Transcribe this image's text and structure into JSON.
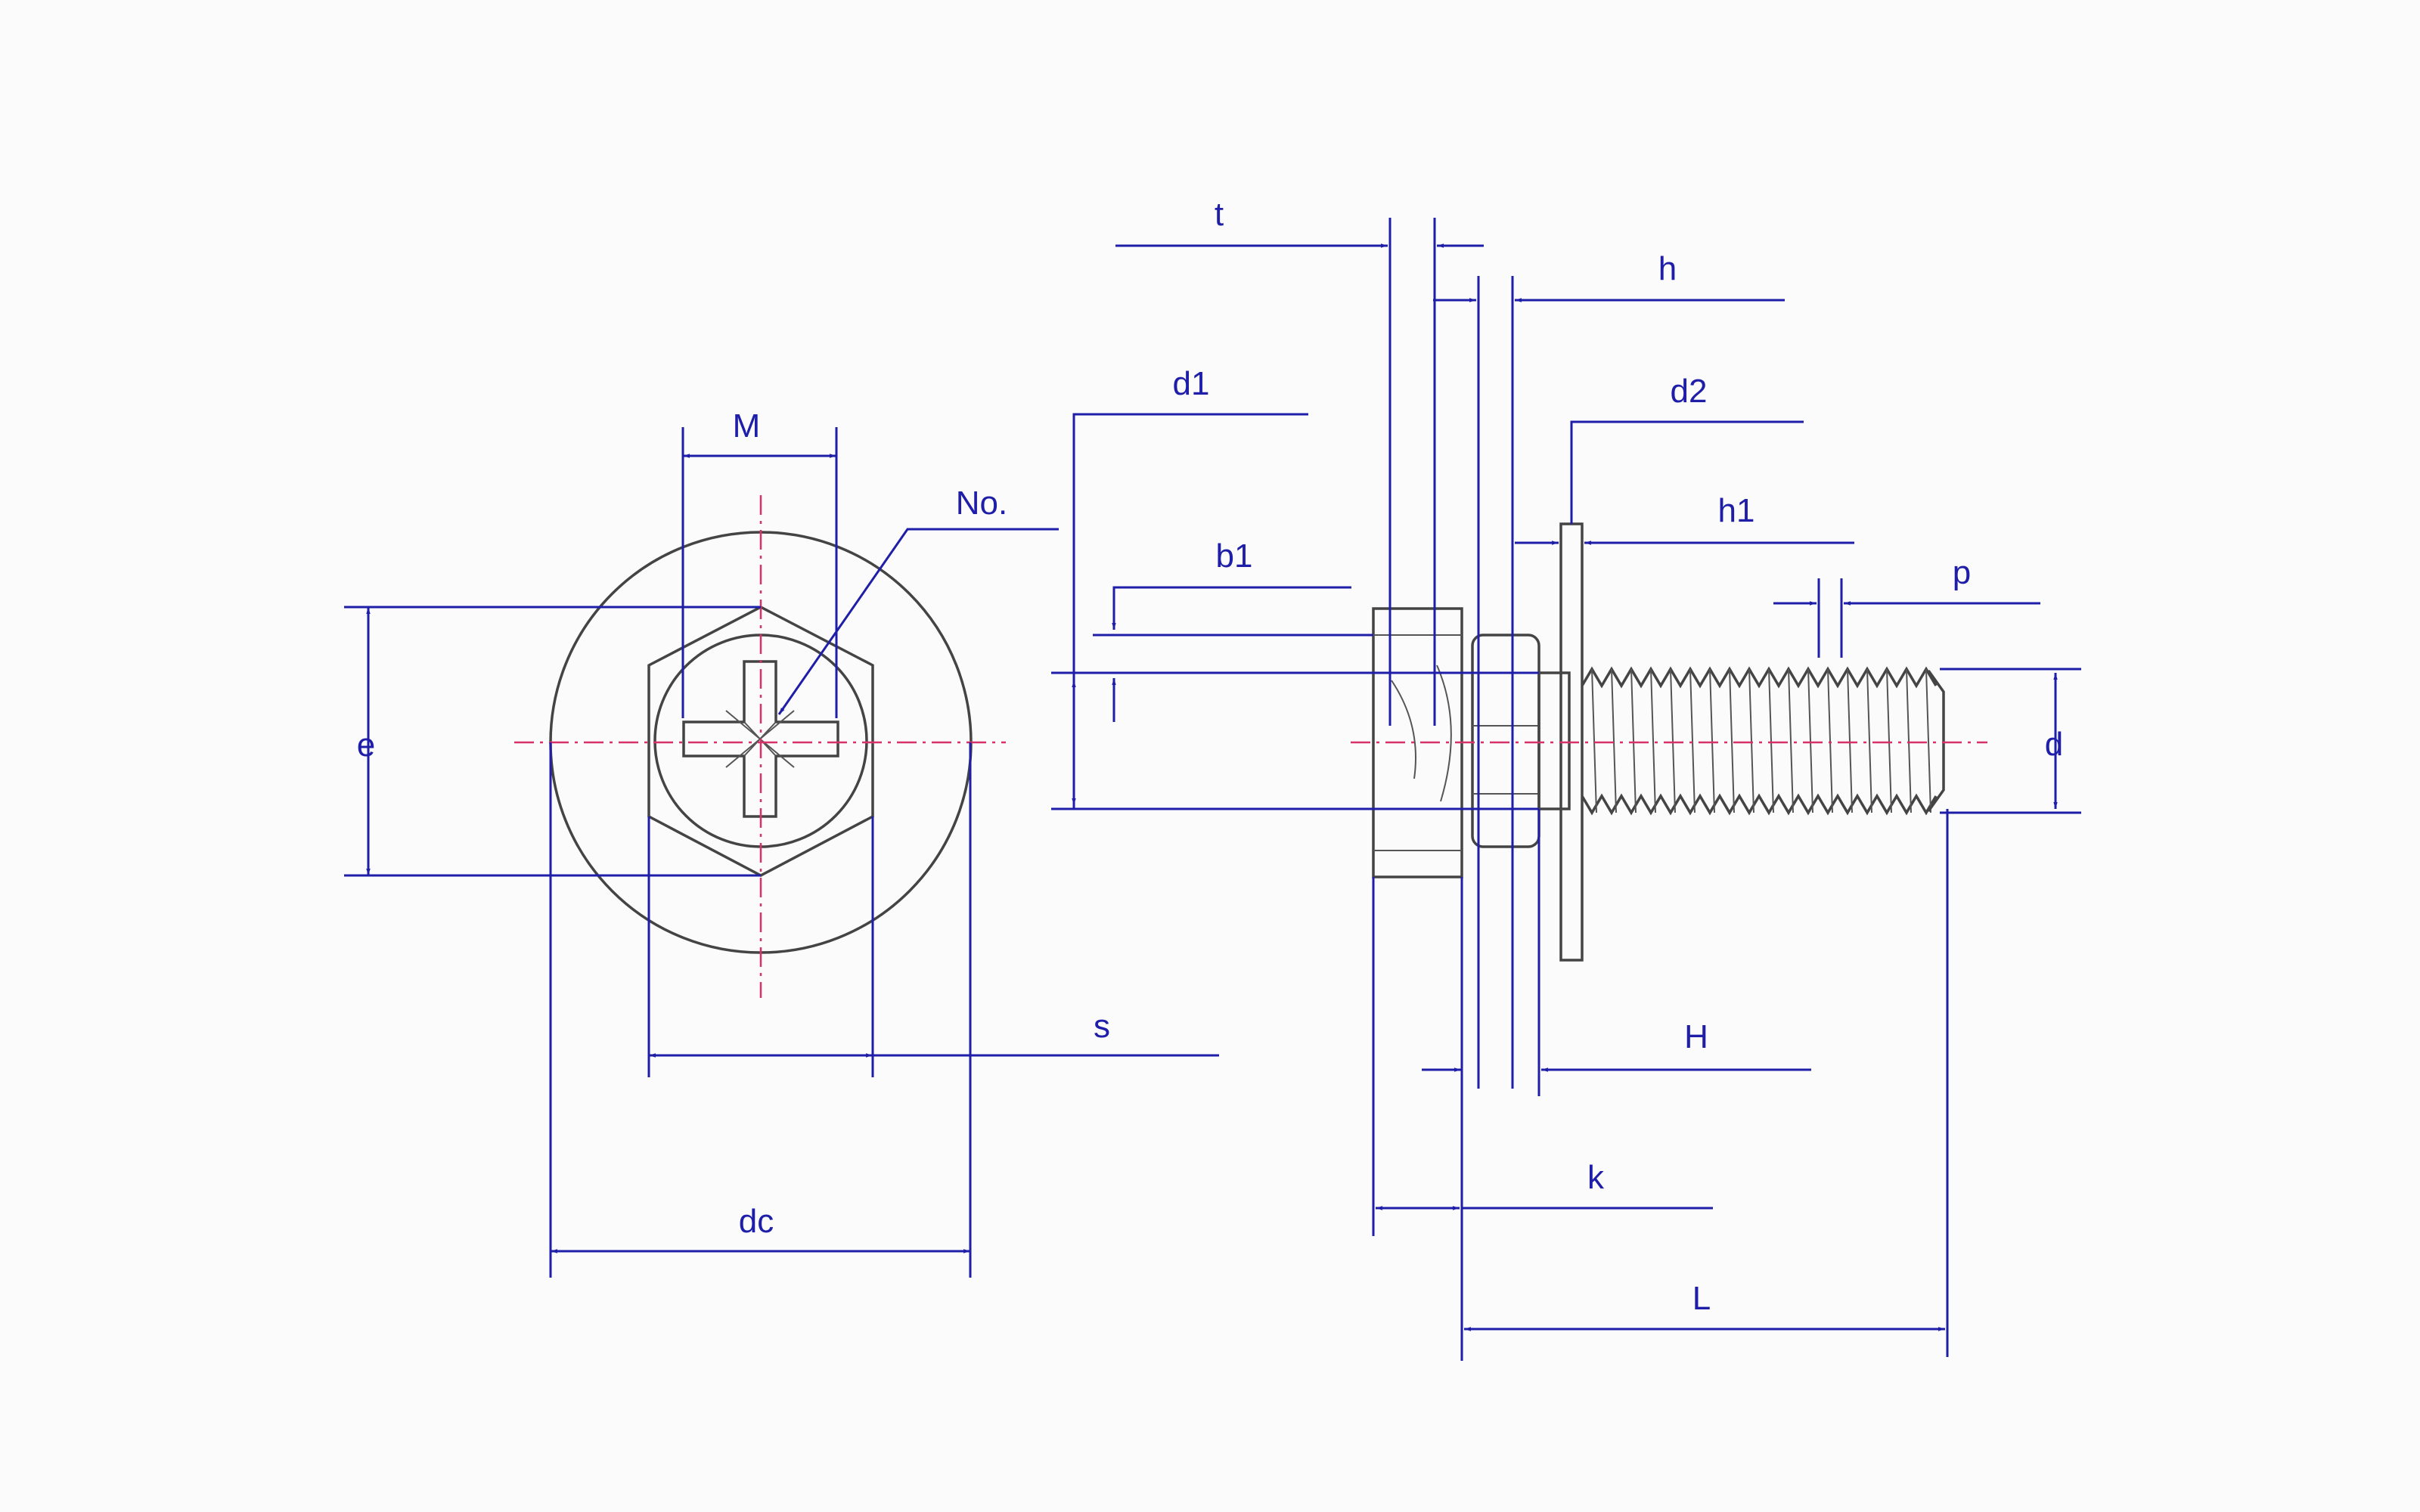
{
  "labels": {
    "M": "M",
    "No": "No.",
    "e": "e",
    "s": "s",
    "dc": "dc",
    "t": "t",
    "h": "h",
    "d1": "d1",
    "d2": "d2",
    "h1": "h1",
    "b1": "b1",
    "p": "p",
    "d": "d",
    "H": "H",
    "k": "k",
    "L": "L"
  },
  "colors": {
    "dimension": "#1e1ea8",
    "centerline": "#d8326a",
    "outline": "#444444"
  }
}
